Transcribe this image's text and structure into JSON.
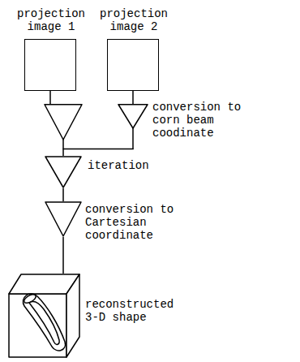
{
  "diagram": {
    "nodes": [
      {
        "text": [
          "projection image 1"
        ]
      },
      {
        "text": [
          "projection image 2"
        ]
      },
      {
        "text": [
          "conversion to corn beam coodinate"
        ]
      },
      {
        "text": [
          "iteration"
        ]
      },
      {
        "text": [
          "conversion to Cartesian coordinate"
        ]
      },
      {
        "text": [
          "reconstructed 3-D shape"
        ]
      }
    ],
    "edges": [
      {
        "from": 0,
        "to": 2,
        "arrow": "none"
      },
      {
        "from": 1,
        "to": 2,
        "arrow": "none"
      },
      {
        "from": 2,
        "to": 3,
        "arrow": "none"
      },
      {
        "from": 3,
        "to": 4,
        "arrow": "none"
      },
      {
        "from": 4,
        "to": 5,
        "arrow": "none"
      }
    ]
  }
}
